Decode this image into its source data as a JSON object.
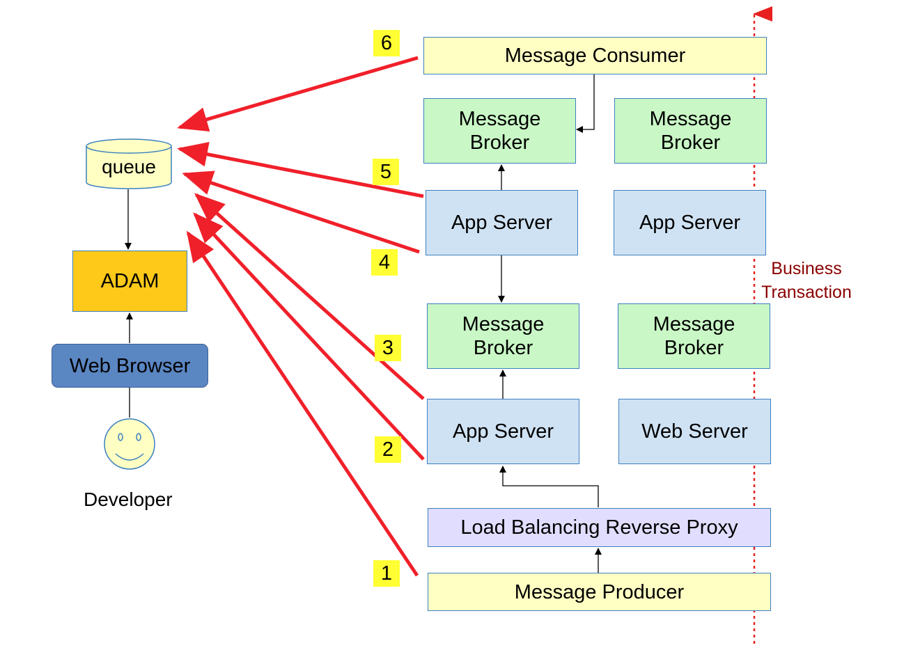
{
  "nodes": {
    "message_consumer": "Message Consumer",
    "broker_top_left": "Message\nBroker",
    "broker_top_right": "Message\nBroker",
    "app_server_top_left": "App Server",
    "app_server_top_right": "App Server",
    "broker_mid_left": "Message\nBroker",
    "broker_mid_right": "Message\nBroker",
    "app_server_bottom": "App Server",
    "web_server": "Web Server",
    "load_balancer": "Load Balancing Reverse Proxy",
    "message_producer": "Message Producer",
    "queue": "queue",
    "adam": "ADAM",
    "web_browser": "Web Browser",
    "developer": "Developer",
    "business_transaction": "Business\nTransaction"
  },
  "badges": [
    "1",
    "2",
    "3",
    "4",
    "5",
    "6"
  ],
  "colors": {
    "arrow_red": "#f0202a",
    "business_line": "#e8201e",
    "business_text": "#8b0000",
    "message_yellow": "#ffffc3",
    "broker_green": "#c9f7c6",
    "server_blue": "#cfe2f3",
    "proxy_lavender": "#e1ddff",
    "adam_gold": "#ffc91a",
    "browser_blue": "#5a86c2",
    "badge_yellow": "#ffff33"
  }
}
